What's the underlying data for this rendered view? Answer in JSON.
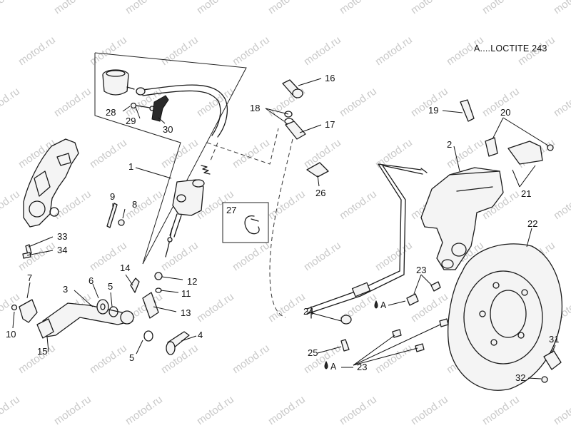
{
  "note": "A....LOCTITE 243",
  "watermark": "motod.ru",
  "callouts": {
    "c1": "1",
    "c2": "2",
    "c3": "3",
    "c4": "4",
    "c5a": "5",
    "c5b": "5",
    "c6": "6",
    "c7": "7",
    "c8": "8",
    "c9": "9",
    "c10": "10",
    "c11": "11",
    "c12": "12",
    "c13": "13",
    "c14": "14",
    "c15": "15",
    "c16": "16",
    "c17": "17",
    "c18": "18",
    "c19": "19",
    "c20": "20",
    "c21": "21",
    "c22": "22",
    "c23a": "23",
    "c23b": "23",
    "c24": "24",
    "c25": "25",
    "c26": "26",
    "c27": "27",
    "c28": "28",
    "c29": "29",
    "c30": "30",
    "c31": "31",
    "c32": "32",
    "c33": "33",
    "c34": "34"
  },
  "loctite_marks": {
    "m1": "A",
    "m2": "A"
  }
}
